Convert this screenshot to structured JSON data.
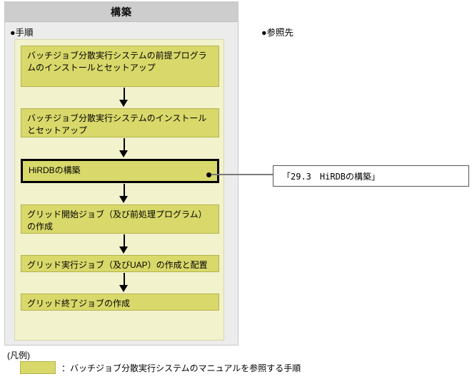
{
  "panel": {
    "title": "構築",
    "steps_heading": "●手順",
    "refs_heading": "●参照先"
  },
  "flow": {
    "boxes": [
      {
        "id": "box-1",
        "label": "バッチジョブ分散実行システムの前提プログラムのインストールとセットアップ",
        "emphasis": false
      },
      {
        "id": "box-2",
        "label": "バッチジョブ分散実行システムのインストールとセットアップ",
        "emphasis": false
      },
      {
        "id": "box-3",
        "label": "HiRDBの構築",
        "emphasis": true
      },
      {
        "id": "box-4",
        "label": "グリッド開始ジョブ（及び前処理プログラム）の作成",
        "emphasis": false
      },
      {
        "id": "box-5",
        "label": "グリッド実行ジョブ（及びUAP）の作成と配置",
        "emphasis": false
      },
      {
        "id": "box-6",
        "label": "グリッド終了ジョブの作成",
        "emphasis": false
      }
    ]
  },
  "reference": {
    "label": "「29.3　HiRDBの構築」"
  },
  "legend": {
    "title": "(凡例)",
    "text": "：バッチジョブ分散実行システムのマニュアルを参照する手順"
  },
  "colors": {
    "panel_background": "#ececec",
    "title_bar": "#cdcdcd",
    "flow_container": "#f2f2cd",
    "process_box": "#d9d96b",
    "process_box_border": "#b3b34e",
    "emphasis_border": "#000000",
    "connector_line": "#7a7a7a",
    "reference_border": "#555555"
  }
}
